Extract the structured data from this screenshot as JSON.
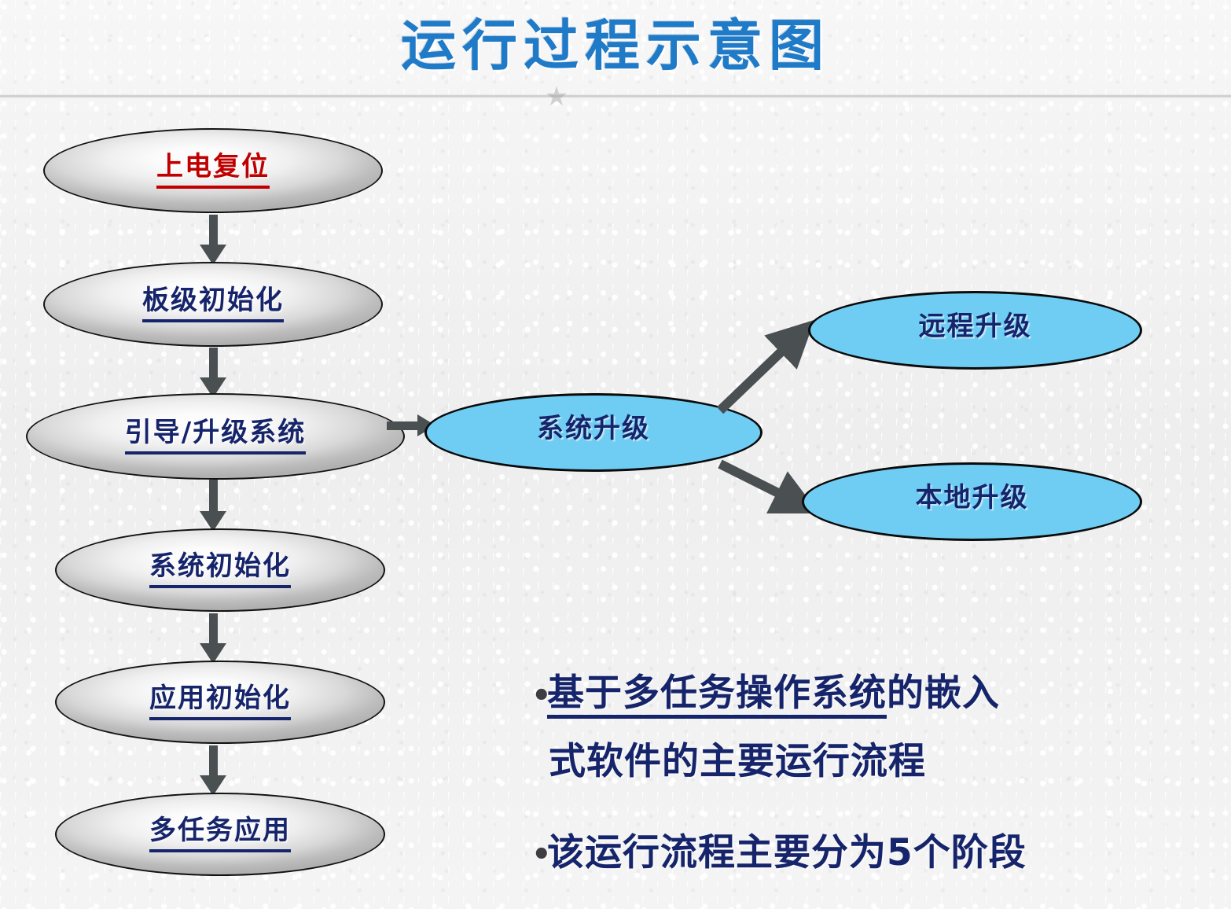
{
  "slide": {
    "title": "运行过程示意图",
    "divider_icon": "star-icon",
    "background_color": "#f3f3f3",
    "title_color": "#1f7ac7"
  },
  "flow": {
    "main_nodes": [
      {
        "id": "power-on-reset",
        "label": "上电复位",
        "style": "gray",
        "text_color": "#c00000",
        "underline": true
      },
      {
        "id": "board-init",
        "label": "板级初始化",
        "style": "gray",
        "text_color": "#16256b",
        "underline": true
      },
      {
        "id": "boot-upgrade-sys",
        "label": "引导/升级系统",
        "style": "gray",
        "text_color": "#16256b",
        "underline": true
      },
      {
        "id": "system-init",
        "label": "系统初始化",
        "style": "gray",
        "text_color": "#16256b",
        "underline": true
      },
      {
        "id": "app-init",
        "label": "应用初始化",
        "style": "gray",
        "text_color": "#16256b",
        "underline": true
      },
      {
        "id": "multitask-app",
        "label": "多任务应用",
        "style": "gray",
        "text_color": "#16256b",
        "underline": true
      }
    ],
    "branch_nodes": [
      {
        "id": "system-upgrade",
        "label": "系统升级",
        "style": "blue",
        "fill": "#6fcdf3",
        "text_color": "#16256b",
        "underline": false
      },
      {
        "id": "remote-upgrade",
        "label": "远程升级",
        "style": "blue",
        "fill": "#6fcdf3",
        "text_color": "#16256b",
        "underline": false
      },
      {
        "id": "local-upgrade",
        "label": "本地升级",
        "style": "blue",
        "fill": "#6fcdf3",
        "text_color": "#16256b",
        "underline": false
      }
    ],
    "arrow_color": "#4a4f52"
  },
  "notes": {
    "bullets": [
      {
        "marker": "•",
        "line1_underlined": "基于多任务操作系统",
        "line1_plain": "的嵌入",
        "line2": "式软件的主要运行流程"
      },
      {
        "marker": "•",
        "line1_underlined": "",
        "line1_plain": "该运行流程主要分为5个阶段",
        "line2": ""
      }
    ]
  }
}
